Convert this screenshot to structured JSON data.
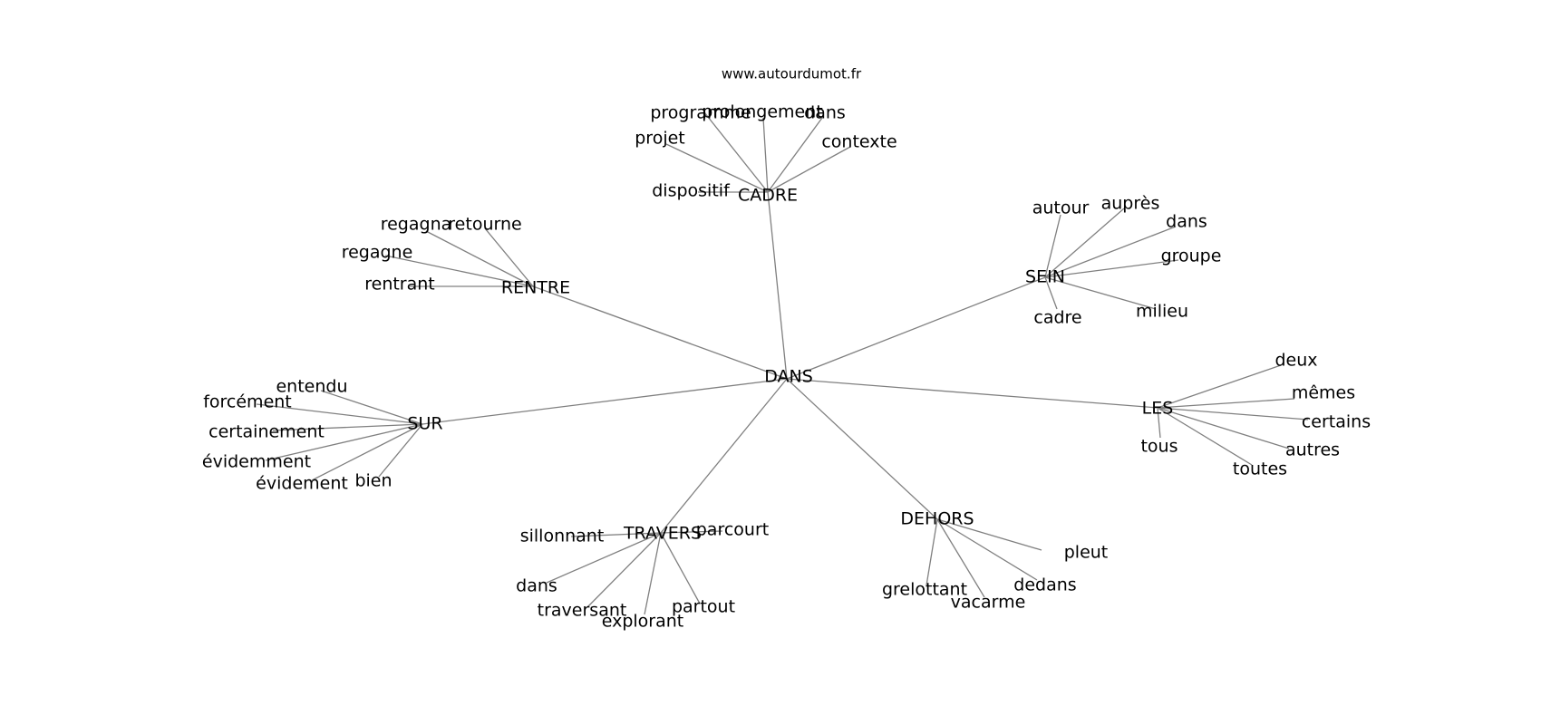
{
  "watermark": "www.autourdumot.fr",
  "root": "DANS",
  "groups": [
    {
      "hub": "CADRE",
      "words": [
        "programme",
        "prolongement",
        "dans",
        "projet",
        "contexte",
        "dispositif"
      ]
    },
    {
      "hub": "RENTRE",
      "words": [
        "regagna",
        "retourne",
        "regagne",
        "rentrant"
      ]
    },
    {
      "hub": "SEIN",
      "words": [
        "autour",
        "auprès",
        "dans",
        "groupe",
        "cadre",
        "milieu"
      ]
    },
    {
      "hub": "SUR",
      "words": [
        "entendu",
        "forcément",
        "certainement",
        "évidemment",
        "évidement",
        "bien"
      ]
    },
    {
      "hub": "LES",
      "words": [
        "deux",
        "mêmes",
        "certains",
        "autres",
        "tous",
        "toutes"
      ]
    },
    {
      "hub": "TRAVERS",
      "words": [
        "sillonnant",
        "parcourt",
        "dans",
        "traversant",
        "explorant",
        "partout"
      ]
    },
    {
      "hub": "DEHORS",
      "words": [
        "pleut",
        "grelottant",
        "vacarme",
        "dedans"
      ]
    }
  ]
}
